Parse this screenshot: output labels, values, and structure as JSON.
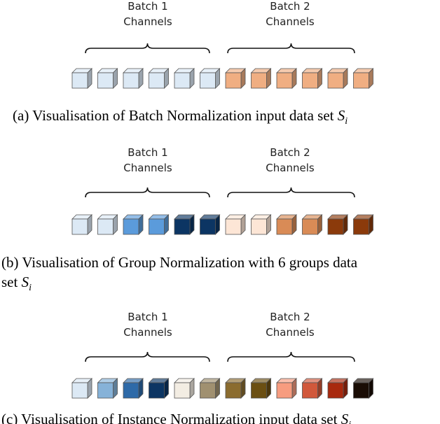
{
  "panels": [
    {
      "batch1_label": [
        "Batch 1",
        "Channels"
      ],
      "batch2_label": [
        "Batch 2",
        "Channels"
      ],
      "cube_colors": [
        "#dce9f5",
        "#dce9f5",
        "#dce9f5",
        "#dce9f5",
        "#dce9f5",
        "#dce9f5",
        "#f0ae82",
        "#f0ae82",
        "#f0ae82",
        "#f0ae82",
        "#f0ae82",
        "#f0ae82"
      ],
      "caption_lines": [
        {
          "text": "(a) Visualisation of Batch Normalization input data set ",
          "math": "S",
          "sub": "i"
        }
      ]
    },
    {
      "batch1_label": [
        "Batch 1",
        "Channels"
      ],
      "batch2_label": [
        "Batch 2",
        "Channels"
      ],
      "cube_colors": [
        "#dce9f5",
        "#dce9f5",
        "#5b9bdb",
        "#5b9bdb",
        "#0c3563",
        "#0c3563",
        "#fde6d6",
        "#fde6d6",
        "#d98b56",
        "#d98b56",
        "#8b3a0b",
        "#8b3a0b"
      ],
      "caption_lines": [
        {
          "text": "(b) Visualisation of Group Normalization with 6 groups data",
          "math": "",
          "sub": ""
        },
        {
          "text": "set ",
          "math": "S",
          "sub": "i"
        }
      ]
    },
    {
      "batch1_label": [
        "Batch 1",
        "Channels"
      ],
      "batch2_label": [
        "Batch 2",
        "Channels"
      ],
      "cube_colors": [
        "#dce9f5",
        "#86b2d8",
        "#2e6aa8",
        "#0c3563",
        "#f3ede3",
        "#a09070",
        "#8b6c2f",
        "#6b4f12",
        "#f79c7f",
        "#d1583b",
        "#a8290e",
        "#1a0d05"
      ],
      "caption_lines": [
        {
          "text": "(c) Visualisation of Instance Normalization input data set ",
          "math": "S",
          "sub": "i"
        }
      ]
    }
  ]
}
